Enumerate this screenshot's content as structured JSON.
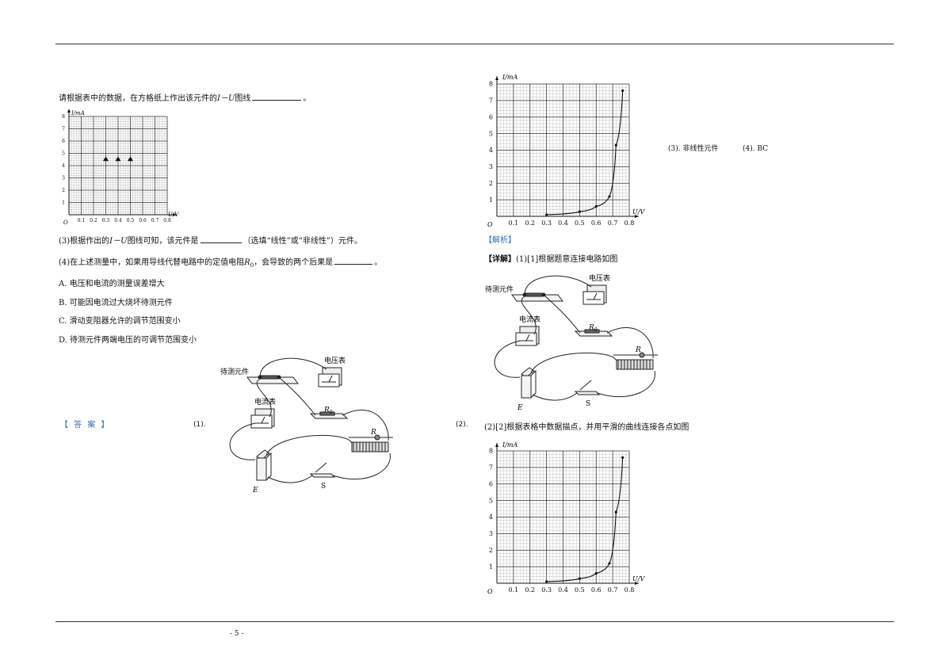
{
  "q2": {
    "prompt_pre": "请根据表中的数据，在方格纸上作出该元件的",
    "prompt_var": "I－U",
    "prompt_post": "图线",
    "prompt_end": "。"
  },
  "q3": {
    "pre": "(3)根据作出的",
    "var": "I－U",
    "post": "图线可知，该元件是",
    "tail": "（选填“线性”或“非线性”）元件。"
  },
  "q4": {
    "pre": "(4)在上述测量中，如果用导线代替电路中的定值电阻",
    "var": "R",
    "sub": "0",
    "post": "，会导致的两个后果是",
    "tail": "。"
  },
  "options": [
    {
      "letter": "A.",
      "text": "电压和电流的测量误差增大"
    },
    {
      "letter": "B.",
      "text": "可能因电流过大烧坏待测元件"
    },
    {
      "letter": "C.",
      "text": "滑动变阻器允许的调节范围变小"
    },
    {
      "letter": "D.",
      "text": "待测元件两端电压的可调节范围变小"
    }
  ],
  "answer": {
    "label": "【 答 案 】",
    "part1": "(1).",
    "part2": "(2).",
    "part3": "(3). 非线性元件",
    "part4": "(4). BC"
  },
  "analysis": {
    "label": "【解析】",
    "detail_label": "【详解】",
    "detail1": "(1)[1]根据题意连接电路如图",
    "detail2": "(2)[2]根据表格中数据描点，并用平滑的曲线连接各点如图"
  },
  "circuit_labels": {
    "element": "待测元件",
    "voltmeter": "电压表",
    "ammeter": "电流表",
    "r0": "R",
    "r0_sub": "0",
    "r": "R",
    "e": "E",
    "s": "S"
  },
  "graph": {
    "y_label": "I/mA",
    "x_label": "U/V",
    "origin": "O",
    "y_ticks": [
      "1",
      "2",
      "3",
      "4",
      "5",
      "6",
      "7",
      "8"
    ],
    "x_ticks": [
      "0.1",
      "0.2",
      "0.3",
      "0.4",
      "0.5",
      "0.6",
      "0.7",
      "0.8"
    ]
  },
  "curve_points": [
    {
      "u": 0.3,
      "i": 0.1
    },
    {
      "u": 0.5,
      "i": 0.28
    },
    {
      "u": 0.6,
      "i": 0.6
    },
    {
      "u": 0.68,
      "i": 1.2
    },
    {
      "u": 0.72,
      "i": 4.3
    },
    {
      "u": 0.76,
      "i": 7.6
    }
  ],
  "question_graph_marks": [
    {
      "u": 0.3,
      "i": 4.5
    },
    {
      "u": 0.4,
      "i": 4.5
    },
    {
      "u": 0.5,
      "i": 4.5
    }
  ],
  "footer": {
    "page": "- 5 -"
  }
}
